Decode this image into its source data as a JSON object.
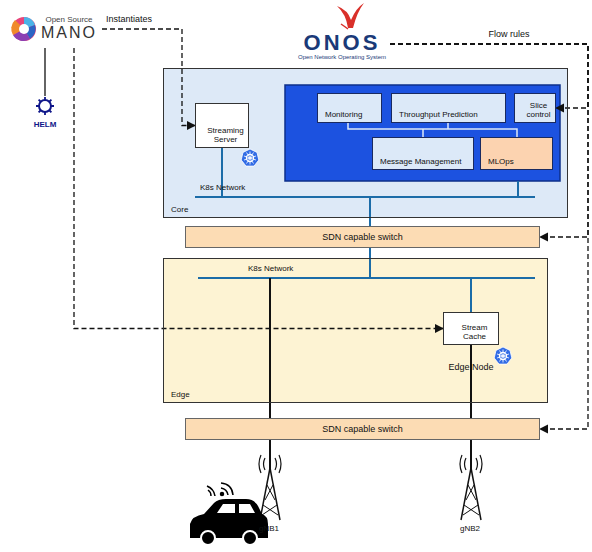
{
  "diagram": {
    "nodes": [
      {
        "text": [
          "ONOS",
          "Open Network Operating System"
        ]
      },
      {
        "text": [
          "Open Source",
          "MANO"
        ]
      },
      {
        "text": [
          "HELM"
        ]
      },
      {
        "text": [
          "Core"
        ]
      },
      {
        "text": [
          "Streaming Server"
        ],
        "in": 3
      },
      {
        "text": [
          "Monitoring"
        ],
        "in": 3
      },
      {
        "text": [
          "Throughput Prediction"
        ],
        "in": 3
      },
      {
        "text": [
          "Slice control"
        ],
        "in": 3
      },
      {
        "text": [
          "Message Management"
        ],
        "in": 3
      },
      {
        "text": [
          "MLOps"
        ],
        "in": 3
      },
      {
        "text": [
          "SDN capable switch"
        ]
      },
      {
        "text": [
          "Edge"
        ]
      },
      {
        "text": [
          "Stream Cache",
          "Edge Node"
        ],
        "in": 11
      },
      {
        "text": [
          "SDN capable switch"
        ]
      }
    ],
    "edges": [
      {
        "from": 0,
        "to": 7,
        "label": "Flow rules",
        "arrow": "to"
      },
      {
        "from": 0,
        "to": 10,
        "arrow": "to"
      },
      {
        "from": 0,
        "to": 13,
        "arrow": "to"
      },
      {
        "from": 1,
        "to": 4,
        "label": "Instantiates",
        "arrow": "to"
      },
      {
        "from": 1,
        "to": 12,
        "arrow": "to"
      },
      {
        "from": 1,
        "to": 2,
        "arrow": "none"
      }
    ],
    "labels": [
      "K8s Network",
      "K8s Network",
      "gNB1",
      "gNB2"
    ]
  }
}
